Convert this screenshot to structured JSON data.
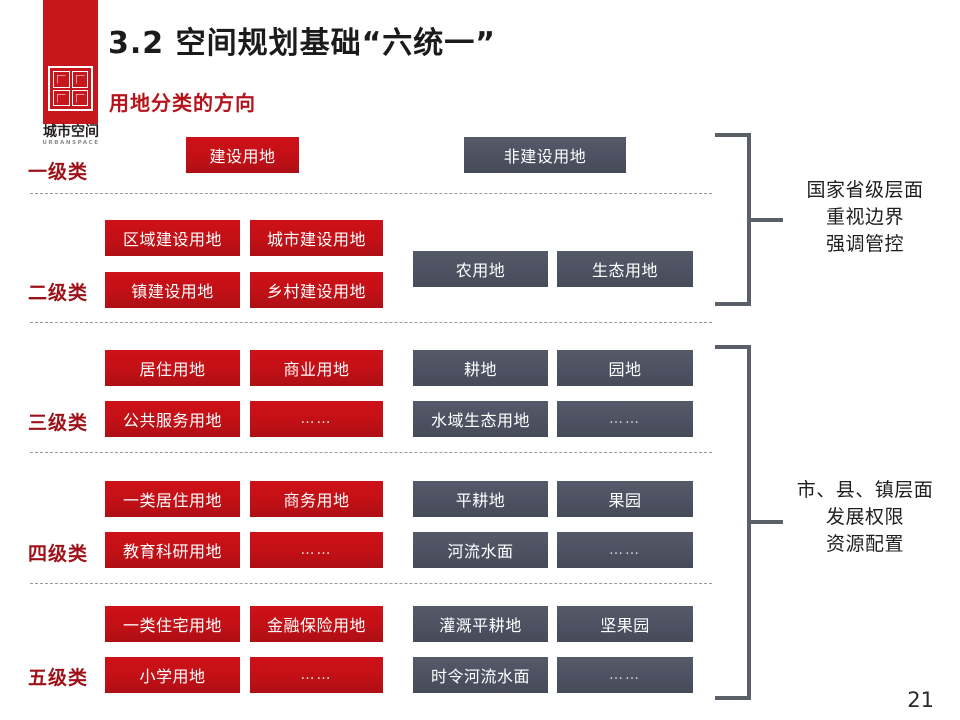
{
  "logo": {
    "name": "城市空间",
    "sub": "URBANSPACE",
    "seal_label": "seal-glyph",
    "bar_color": "#c8161d"
  },
  "header": {
    "title": "3.2 空间规划基础“六统一”",
    "subtitle": "用地分类的方向"
  },
  "colors": {
    "red": "#c21016",
    "gray": "#4c5161",
    "label_red": "#9e1118",
    "subtitle_red": "#b4151c",
    "bracket": "#5b6068"
  },
  "levels": [
    {
      "label": "一级类"
    },
    {
      "label": "二级类"
    },
    {
      "label": "三级类"
    },
    {
      "label": "四级类"
    },
    {
      "label": "五级类"
    }
  ],
  "boxes": {
    "l1": {
      "red": [
        "建设用地"
      ],
      "gray": [
        "非建设用地"
      ]
    },
    "l2": {
      "red": [
        "区域建设用地",
        "城市建设用地",
        "镇建设用地",
        "乡村建设用地"
      ],
      "gray": [
        "农用地",
        "生态用地"
      ]
    },
    "l3": {
      "red": [
        "居住用地",
        "商业用地",
        "公共服务用地",
        "……"
      ],
      "gray": [
        "耕地",
        "园地",
        "水域生态用地",
        "……"
      ]
    },
    "l4": {
      "red": [
        "一类居住用地",
        "商务用地",
        "教育科研用地",
        "……"
      ],
      "gray": [
        "平耕地",
        "果园",
        "河流水面",
        "……"
      ]
    },
    "l5": {
      "red": [
        "一类住宅用地",
        "金融保险用地",
        "小学用地",
        "……"
      ],
      "gray": [
        "灌溉平耕地",
        "坚果园",
        "时令河流水面",
        "……"
      ]
    }
  },
  "annotations": {
    "upper": "国家省级层面\n重视边界\n强调管控",
    "lower": "市、县、镇层面\n发展权限\n资源配置"
  },
  "footer": {
    "page_number": "21"
  }
}
